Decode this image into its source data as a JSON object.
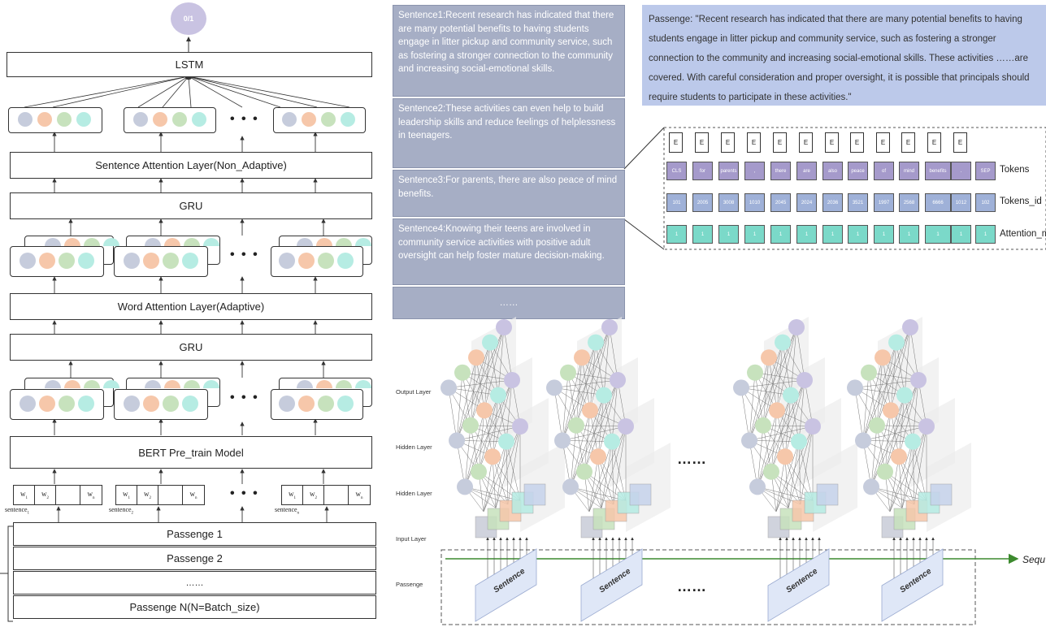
{
  "left": {
    "output_label": "0/1",
    "lstm": "LSTM",
    "sentence_attention": "Sentence Attention Layer(Non_Adaptive)",
    "gru_top": "GRU",
    "word_attention": "Word Attention Layer(Adaptive)",
    "gru_bottom": "GRU",
    "bert": "BERT Pre_train Model",
    "dots": "• • •",
    "word_groups": [
      {
        "w1": "w",
        "w2": "w",
        "wn": "w",
        "sentence": "sentence"
      },
      {
        "w1": "w",
        "w2": "w",
        "wn": "w",
        "sentence": "sentence"
      },
      {
        "w1": "w",
        "w2": "w",
        "wn": "w",
        "sentence": "sentence"
      }
    ],
    "passages": [
      "Passenge 1",
      "Passenge 2",
      "……",
      "Passenge N(N=Batch_size)"
    ]
  },
  "sentences": [
    "Sentence1:Recent research has indicated that there are many potential benefits to having students engage in litter pickup and community service, such as fostering a stronger connection to the community and increasing social-emotional skills.",
    "Sentence2:These activities can even help to build leadership skills and reduce feelings of helplessness in teenagers.",
    "Sentence3:For parents, there are also peace of mind benefits.",
    "Sentence4:Knowing their teens are involved in community service activities with positive adult oversight can help foster mature decision-making.",
    "……"
  ],
  "passage_top": "Passenge:  \"Recent research has indicated that there are many potential benefits to having students engage in litter pickup and community service, such as fostering a stronger connection to the community and increasing social-emotional skills. These activities ……are covered. With careful consideration and proper oversight, it is possible that principals should require students to participate in these activities.\"",
  "token_panel": {
    "e_labels": [
      "E",
      "E",
      "E",
      "E",
      "E",
      "E",
      "E",
      "E",
      "E",
      "E",
      "E",
      "E"
    ],
    "tokens": [
      "CLS",
      "for",
      "parents",
      ",",
      "there",
      "are",
      "also",
      "peace",
      "of",
      "mind",
      "benefits",
      ".",
      "SEP"
    ],
    "token_ids": [
      "101",
      "2005",
      "3008",
      "1010",
      "2045",
      "2024",
      "2036",
      "3521",
      "1997",
      "2568",
      "6666",
      "1012",
      "102"
    ],
    "attention": [
      "1",
      "1",
      "1",
      "1",
      "1",
      "1",
      "1",
      "1",
      "1",
      "1",
      "1",
      "1",
      "1"
    ],
    "row_labels": [
      "Tokens",
      "Tokens_id",
      "Attention_m"
    ]
  },
  "network": {
    "layer_labels": [
      "Output Layer",
      "Hidden Layer",
      "Hidden Layer",
      "Input Layer",
      "Passenge"
    ],
    "sentence_tag": "Sentence",
    "ellipsis": "……",
    "sequence_label": "Sequ"
  },
  "colors": {
    "grey_circle": "#c6ccdc",
    "peach_circle": "#f6c7aa",
    "green_circle": "#c7e2bd",
    "teal_circle": "#b6ece3",
    "top_circle": "#c9c3e2",
    "sentence_bg": "#a6aec5",
    "passage_bg": "#bcc9ea",
    "token_purple": "#a59acb",
    "token_blue": "#9fb1d8",
    "token_teal": "#7bd9c9",
    "seq_arrow": "#3c8a2e"
  }
}
